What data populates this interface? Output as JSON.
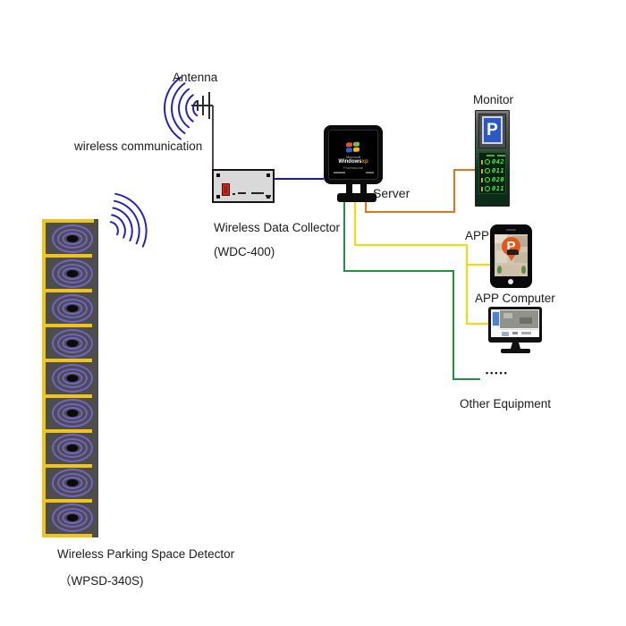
{
  "labels": {
    "antenna": "Antenna",
    "wireless_communication": "wireless communication",
    "collector_name": "Wireless Data Collector",
    "collector_model": "(WDC-400)",
    "server": "Server",
    "monitor": "Monitor",
    "app": "APP",
    "app_computer": "APP Computer",
    "other_equipment_dots": "•••••",
    "other_equipment": "Other Equipment",
    "detector_name": "Wireless Parking Space Detector",
    "detector_model": "（WPSD-340S)"
  },
  "server_screen": {
    "os_brand": "Microsoft",
    "os_name": "Windows",
    "os_edition": "xp",
    "os_sub": "Professional"
  },
  "parking_sign": {
    "letter": "P"
  },
  "app_pin": {
    "letter": "P"
  },
  "led_display": {
    "rows": [
      {
        "value": "042"
      },
      {
        "value": "011"
      },
      {
        "value": "020"
      },
      {
        "value": "011"
      }
    ]
  },
  "colors": {
    "wire_blue": "#1a12e0",
    "wire_orange": "#e0761a",
    "wire_yellow": "#ffd400",
    "wire_green": "#1f9140",
    "signal_arc_blue": "#2525b5",
    "strip_yellow": "#efc51c",
    "coil_ring_purple": "#7163c9",
    "led_green": "#49f54f",
    "sign_blue": "#2b59c3",
    "pin_orange": "#e3581e"
  }
}
